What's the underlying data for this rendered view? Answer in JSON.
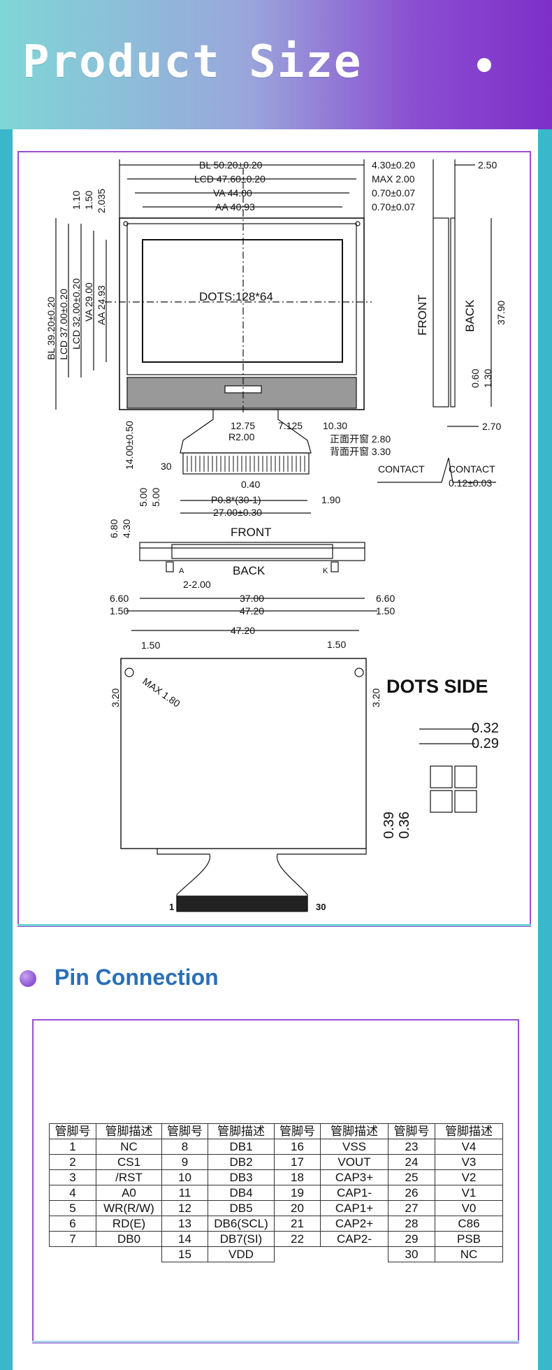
{
  "header": {
    "title": "Product Size"
  },
  "drawing": {
    "top_dims": [
      "BL 50.20±0.20",
      "LCD 47.60±0.20",
      "VA 44.00",
      "AA 40.93"
    ],
    "right_top_dims": [
      "4.30±0.20",
      "MAX 2.00",
      "0.70±0.07",
      "0.70±0.07",
      "2.50"
    ],
    "left_dims": [
      "BL 39.20±0.20",
      "LCD 37.00±0.20",
      "LCD 32.00±0.20",
      "VA 29.00",
      "AA 24.93"
    ],
    "left_top_dims": [
      "1.10",
      "1.50",
      "2.035"
    ],
    "dots_label": "DOTS:128*64",
    "side_labels": {
      "front": "FRONT",
      "back": "BACK"
    },
    "side_dims": [
      "37.90",
      "0.60",
      "1.30",
      "2.70"
    ],
    "fpc_dims": [
      "12.75",
      "7.125",
      "10.30",
      "R2.00",
      "14.00±0.50",
      "30",
      "5.00",
      "5.00",
      "0.40",
      "P0.8*(30-1)",
      "1.90",
      "27.00±0.30"
    ],
    "window_notes": [
      "正面开窗 2.80",
      "背面开窗 3.30"
    ],
    "contact_labels": [
      "CONTACT",
      "CONTACT",
      "0.12±0.03"
    ],
    "mid": {
      "front": "FRONT",
      "back": "BACK",
      "left_dims": [
        "6.80",
        "4.30"
      ],
      "pin_a": "A",
      "pin_k": "K",
      "pitch": "2-2.00",
      "bottom_dims": [
        "6.60",
        "37.00",
        "6.60",
        "1.50",
        "47.20",
        "1.50"
      ]
    },
    "lower": {
      "width": "47.20",
      "left_inset": "1.50",
      "right_inset": "1.50",
      "hole_left": "3.20",
      "hole_right": "3.20",
      "max_label": "MAX 1.80",
      "dots_side": "DOTS SIDE",
      "dot_dims": [
        "0.32",
        "0.29",
        "0.39",
        "0.36"
      ],
      "pin1": "1",
      "pin30": "30"
    }
  },
  "pin_section": {
    "title": "Pin Connection",
    "headers": [
      "管脚号",
      "管脚描述",
      "管脚号",
      "管脚描述",
      "管脚号",
      "管脚描述",
      "管脚号",
      "管脚描述"
    ],
    "rows": [
      [
        "1",
        "NC",
        "8",
        "DB1",
        "16",
        "VSS",
        "23",
        "V4"
      ],
      [
        "2",
        "CS1",
        "9",
        "DB2",
        "17",
        "VOUT",
        "24",
        "V3"
      ],
      [
        "3",
        "/RST",
        "10",
        "DB3",
        "18",
        "CAP3+",
        "25",
        "V2"
      ],
      [
        "4",
        "A0",
        "11",
        "DB4",
        "19",
        "CAP1-",
        "26",
        "V1"
      ],
      [
        "5",
        "WR(R/W)",
        "12",
        "DB5",
        "20",
        "CAP1+",
        "27",
        "V0"
      ],
      [
        "6",
        "RD(E)",
        "13",
        "DB6(SCL)",
        "21",
        "CAP2+",
        "28",
        "C86"
      ],
      [
        "7",
        "DB0",
        "14",
        "DB7(SI)",
        "22",
        "CAP2-",
        "29",
        "PSB"
      ],
      [
        "",
        "",
        "15",
        "VDD",
        "",
        "",
        "30",
        "NC"
      ]
    ]
  },
  "colors": {
    "header_start": "#7fd6d6",
    "header_end": "#7e2fc8",
    "side_bars": "#3bb7cc",
    "title_blue": "#2a6fb8",
    "frame_purple": "#9a4fd0"
  }
}
